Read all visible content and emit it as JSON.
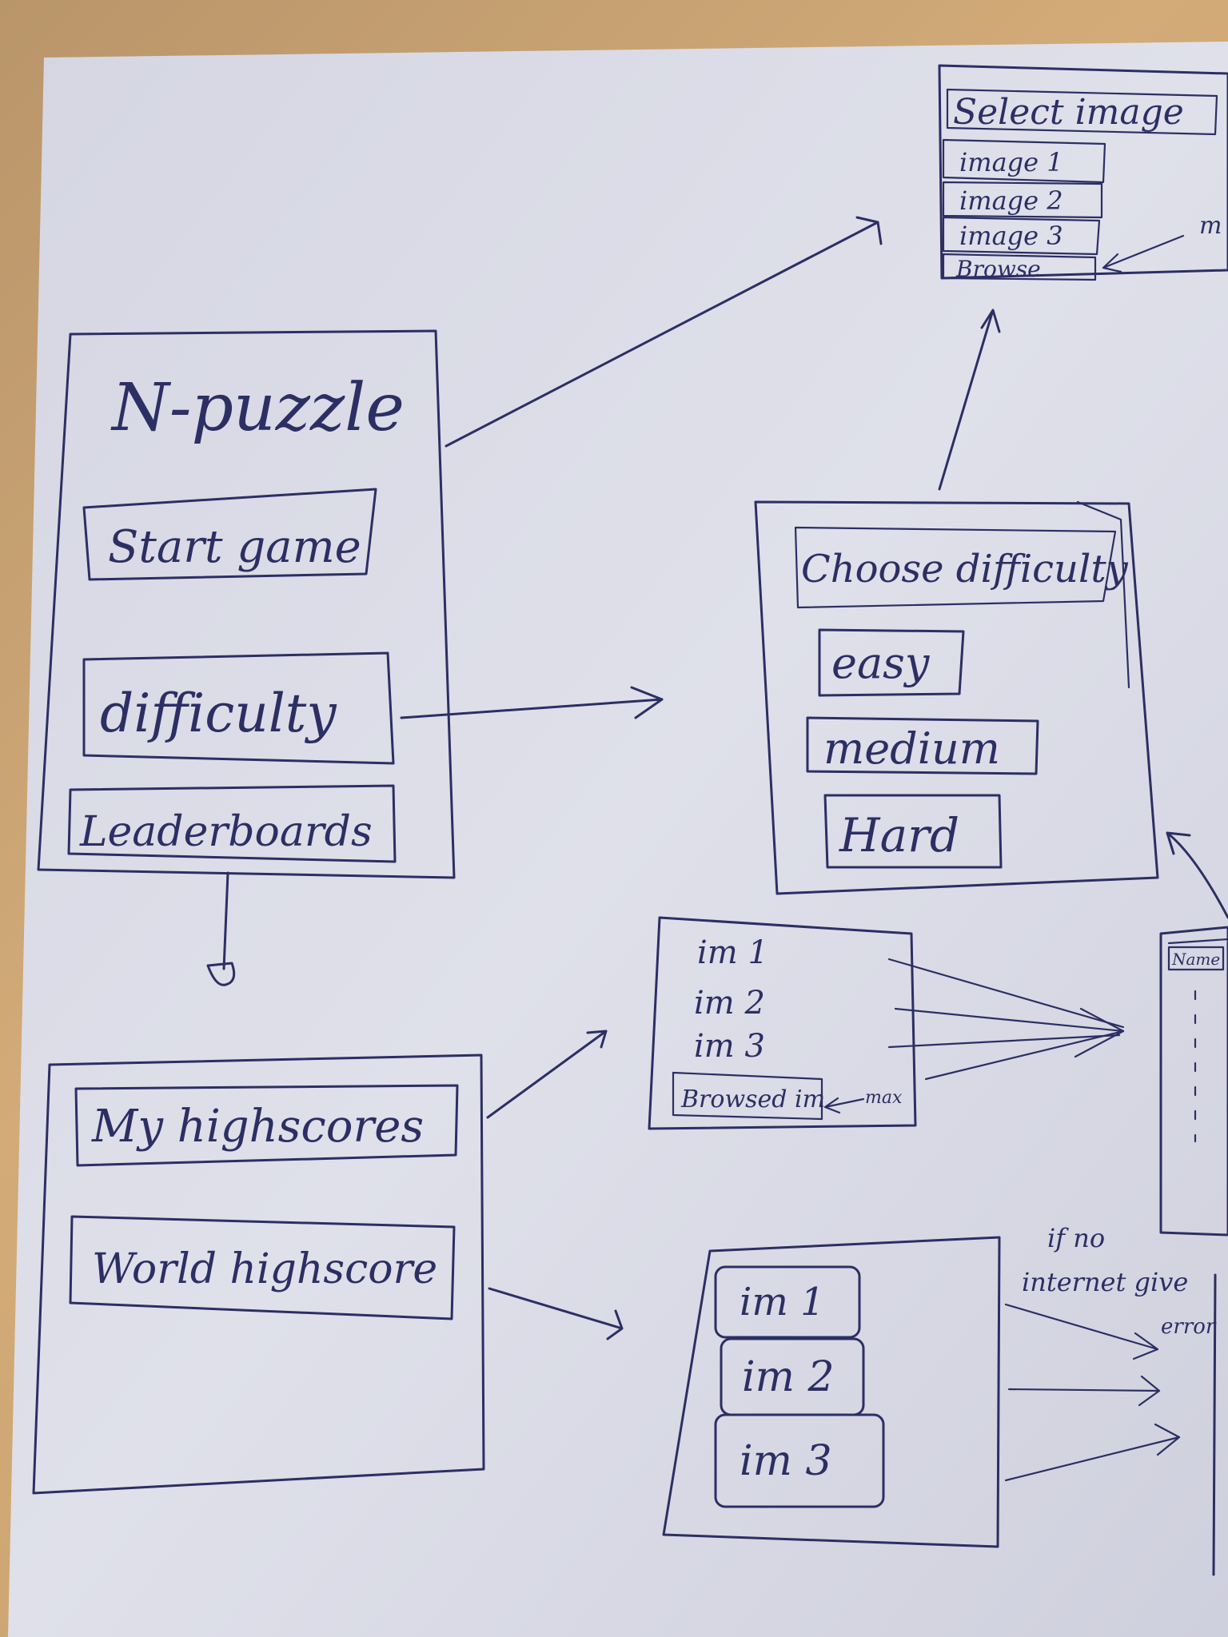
{
  "main_menu": {
    "title": "N-puzzle",
    "buttons": [
      "Start game",
      "difficulty",
      "Leaderboards"
    ]
  },
  "select_image": {
    "title": "Select image",
    "items": [
      "image 1",
      "image 2",
      "image 3",
      "Browse"
    ],
    "note": "m"
  },
  "difficulty_menu": {
    "title": "Choose difficulty",
    "options": [
      "easy",
      "medium",
      "Hard"
    ]
  },
  "leaderboards_menu": {
    "options": [
      "My highscores",
      "World highscore"
    ]
  },
  "my_highscores_images": {
    "items": [
      "im 1",
      "im 2",
      "im 3",
      "Browsed im"
    ],
    "note": "max"
  },
  "world_highscore_images": {
    "items": [
      "im 1",
      "im 2",
      "im 3"
    ]
  },
  "names_panel": {
    "header": "Name"
  },
  "internet_note": [
    "if no",
    "internet give",
    "error"
  ],
  "colors": {
    "paper": "#dcdde8",
    "ink": "#2c2f63",
    "background": "#c9a26e"
  }
}
